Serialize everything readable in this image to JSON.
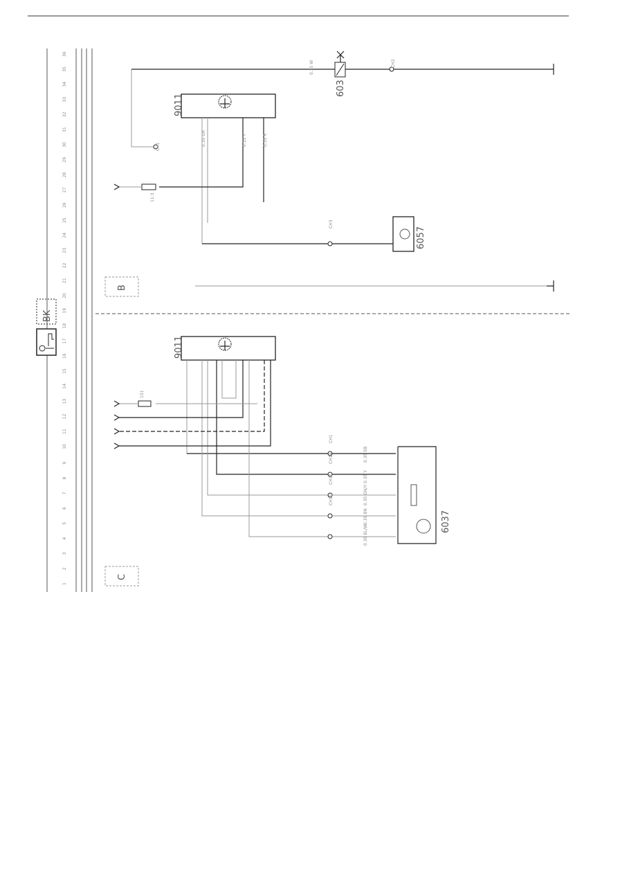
{
  "sheet": {
    "badge": "BK",
    "section_top": "B",
    "section_bottom": "C"
  },
  "ruler": [
    "1",
    "2",
    "3",
    "4",
    "5",
    "6",
    "7",
    "8",
    "9",
    "10",
    "11",
    "12",
    "13",
    "14",
    "15",
    "16",
    "17",
    "18",
    "19",
    "20",
    "21",
    "22",
    "23",
    "24",
    "25",
    "26",
    "27",
    "28",
    "29",
    "30",
    "31",
    "32",
    "33",
    "34",
    "35",
    "36"
  ],
  "components": {
    "top_module": "9011",
    "relay": "603",
    "motor": "6057",
    "bottom_module": "9011",
    "sensor": "6037",
    "fuse_top": "11:3",
    "fuse_bottom": "151"
  },
  "wire_labels": [
    "0.35 W",
    "0.35 GR",
    "0.35 SB",
    "0.35 BN",
    "0.35 Y",
    "0.35 R",
    "0.35 GN/Y",
    "0.35 BL/W"
  ],
  "splices": [
    "CH1",
    "CH2",
    "CH3",
    "CH11",
    "CH12",
    "CH14"
  ]
}
